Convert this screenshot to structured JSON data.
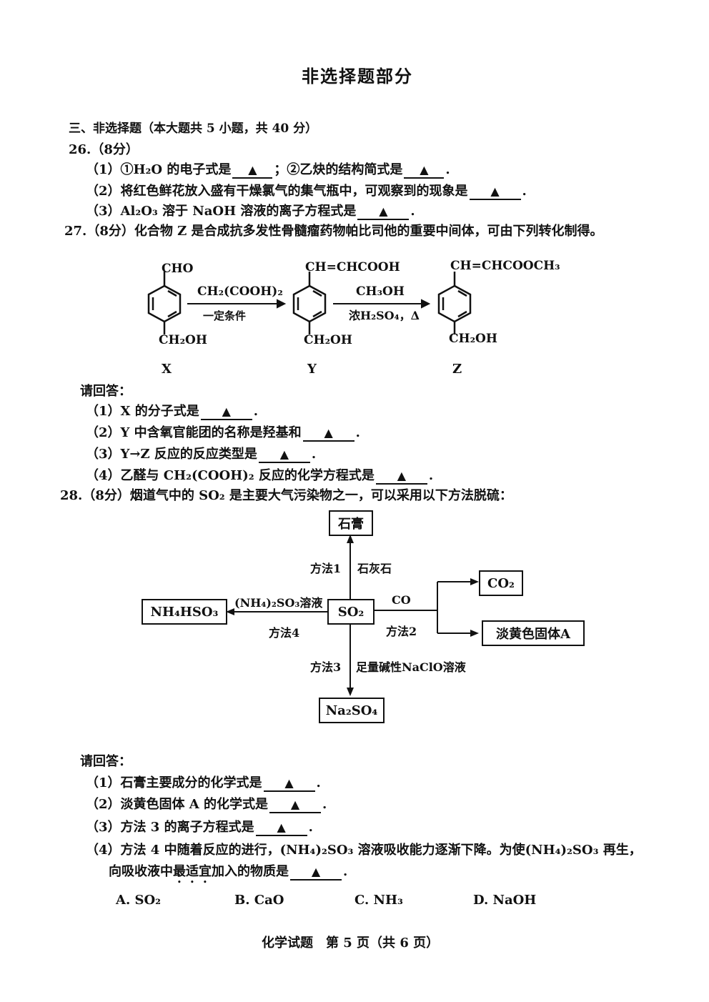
{
  "header": {
    "title": "非选择题部分"
  },
  "section": {
    "heading": "三、非选择题（本大题共 5 小题，共 40 分）"
  },
  "blank_mark": "▲",
  "q26": {
    "num": "26.（8分）",
    "p1a": "（1）①H₂O 的电子式是",
    "p1b": "；②乙炔的结构简式是",
    "p2": "（2）将红色鲜花放入盛有干燥氯气的集气瓶中，可观察到的现象是",
    "p3": "（3）Al₂O₃ 溶于 NaOH 溶液的离子方程式是",
    "end": "."
  },
  "q27": {
    "intro": "27.（8分）化合物 Z 是合成抗多发性骨髓瘤药物帕比司他的重要中间体，可由下列转化制得。",
    "x_top": "CHO",
    "x_bottom": "CH₂OH",
    "x_label": "X",
    "y_top": "CH=CHCOOH",
    "y_bottom": "CH₂OH",
    "y_label": "Y",
    "z_top": "CH=CHCOOCH₃",
    "z_bottom": "CH₂OH",
    "z_label": "Z",
    "arrow1_top": "CH₂(COOH)₂",
    "arrow1_bottom": "一定条件",
    "arrow2_top": "CH₃OH",
    "arrow2_bottom": "浓H₂SO₄，Δ",
    "prompt": "请回答：",
    "p1": "（1）X 的分子式是",
    "p2": "（2）Y 中含氧官能团的名称是羟基和",
    "p3": "（3）Y→Z 反应的反应类型是",
    "p4": "（4）乙醛与 CH₂(COOH)₂ 反应的化学方程式是"
  },
  "q28": {
    "intro": "28.（8分）烟道气中的 SO₂ 是主要大气污染物之一，可以采用以下方法脱硫：",
    "center": "SO₂",
    "top_box": "石膏",
    "left_box": "NH₄HSO₃",
    "bottom_box": "Na₂SO₄",
    "right_box1": "CO₂",
    "right_box2": "淡黄色固体A",
    "m1": "方法1",
    "m1_reagent": "石灰石",
    "m2": "方法2",
    "m2_reagent": "CO",
    "m3": "方法3",
    "m3_reagent": "足量碱性NaClO溶液",
    "m4": "方法4",
    "m4_reagent": "(NH₄)₂SO₃溶液",
    "prompt": "请回答：",
    "p1": "（1）石膏主要成分的化学式是",
    "p2": "（2）淡黄色固体 A 的化学式是",
    "p3": "（3）方法 3 的离子方程式是",
    "p4a": "（4）方法 4 中随着反应的进行，(NH₄)₂SO₃ 溶液吸收能力逐渐下降。为使(NH₄)₂SO₃ 再生，",
    "p4b_pre": "向吸收液中",
    "p4b_emph": "最适宜",
    "p4b_post": "加入的物质是",
    "options": [
      "A. SO₂",
      "B. CaO",
      "C. NH₃",
      "D. NaOH"
    ]
  },
  "footer": {
    "text": "化学试题　第 5 页（共 6 页）"
  }
}
